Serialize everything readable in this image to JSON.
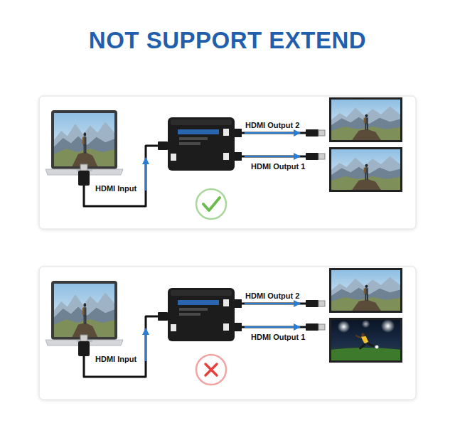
{
  "diagram": {
    "title": "NOT SUPPORT EXTEND",
    "labels": [
      "HDMI Output 2",
      "HDMI Output 1",
      "HDMI Input",
      "HDMI Output 2",
      "HDMI Output 1",
      "HDMI Input"
    ]
  }
}
